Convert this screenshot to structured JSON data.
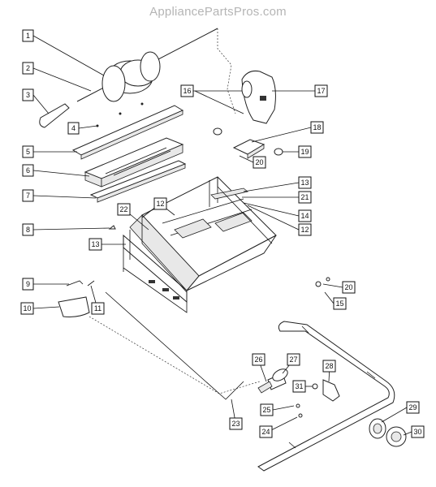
{
  "watermark": "AppliancePartsPros.com",
  "callouts": [
    "1",
    "2",
    "3",
    "4",
    "5",
    "6",
    "7",
    "8",
    "9",
    "10",
    "11",
    "12",
    "12",
    "13",
    "13",
    "14",
    "15",
    "16",
    "17",
    "18",
    "19",
    "20",
    "20",
    "21",
    "22",
    "23",
    "24",
    "25",
    "26",
    "27",
    "28",
    "29",
    "30",
    "31"
  ]
}
